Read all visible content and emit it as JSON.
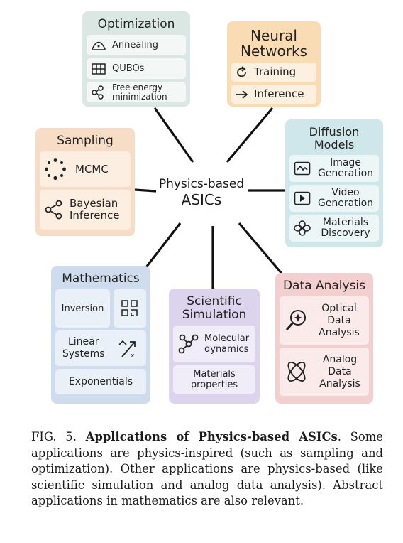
{
  "center": {
    "line1": "Physics-based",
    "line2": "ASICs"
  },
  "optimization": {
    "title": "Optimization",
    "items": [
      {
        "label": "Annealing",
        "icon": "annealing-curve-icon"
      },
      {
        "label": "QUBOs",
        "icon": "grid-icon"
      },
      {
        "label": "Free energy\nminimization",
        "icon": "molecule-network-icon"
      }
    ]
  },
  "neural": {
    "title": "Neural\nNetworks",
    "items": [
      {
        "label": "Training",
        "icon": "refresh-arrow-icon"
      },
      {
        "label": "Inference",
        "icon": "right-arrow-icon"
      }
    ]
  },
  "diffusion": {
    "title": "Diffusion\nModels",
    "items": [
      {
        "label": "Image\nGeneration",
        "icon": "image-wave-icon"
      },
      {
        "label": "Video\nGeneration",
        "icon": "play-icon"
      },
      {
        "label": "Materials\nDiscovery",
        "icon": "flower-icon"
      }
    ]
  },
  "sampling": {
    "title": "Sampling",
    "items": [
      {
        "label": "MCMC",
        "icon": "dotted-circle-icon"
      },
      {
        "label": "Bayesian\nInference",
        "icon": "share-nodes-icon"
      }
    ]
  },
  "mathematics": {
    "title": "Mathematics",
    "items": [
      {
        "label": "Inversion",
        "icon": ""
      },
      {
        "label": "",
        "icon": "matrix-blocks-icon"
      },
      {
        "label": "Linear\nSystems",
        "icon": "vector-arrow-icon"
      },
      {
        "label": "Exponentials",
        "icon": ""
      }
    ]
  },
  "scientific": {
    "title": "Scientific\nSimulation",
    "items": [
      {
        "label": "Molecular\ndynamics",
        "icon": "molecule-icon"
      },
      {
        "label": "Materials\nproperties",
        "icon": ""
      }
    ]
  },
  "dataanalysis": {
    "title": "Data Analysis",
    "items": [
      {
        "label": "Optical\nData\nAnalysis",
        "icon": "magnifier-star-icon"
      },
      {
        "label": "Analog\nData\nAnalysis",
        "icon": "atom-orbit-icon"
      }
    ]
  },
  "caption": {
    "label": "FIG. 5.",
    "title": "Applications of Physics-based ASICs",
    "body": ". Some applications are physics-inspired (such as sampling and optimization).  Other applications are physics-based (like scientific simulation and analog data analysis). Abstract applications in mathematics are also relevant."
  },
  "colors": {
    "optimization": "#dbe7e2",
    "neural": "#f9dcb4",
    "diffusion": "#cfe6ea",
    "sampling": "#f7ddc6",
    "mathematics": "#cfdcee",
    "scientific": "#dcd4ec",
    "dataanalysis": "#f3cfcf"
  }
}
